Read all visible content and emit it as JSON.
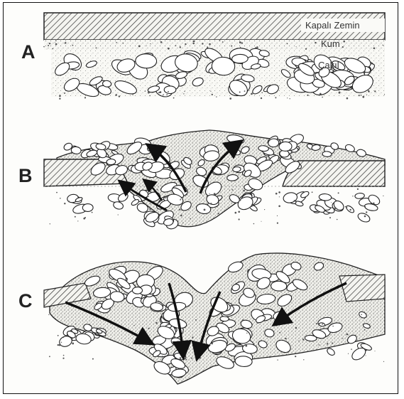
{
  "panels": [
    {
      "letter": "A"
    },
    {
      "letter": "B"
    },
    {
      "letter": "C"
    }
  ],
  "legend": {
    "pavement": "Kapalı Zemin",
    "sand": "Kum",
    "gravel": "Çakıl"
  }
}
